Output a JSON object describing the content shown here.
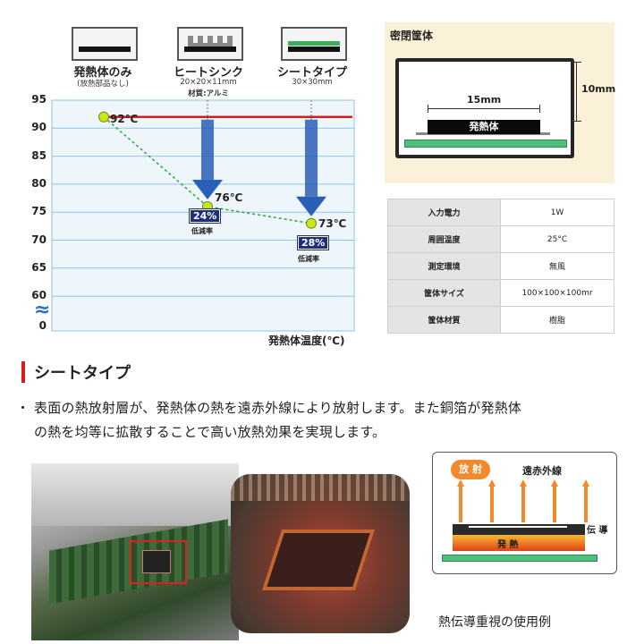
{
  "icons": [
    {
      "title": "発熱体のみ",
      "sub1": "(放熱部品なし)",
      "sub2": ""
    },
    {
      "title": "ヒートシンク",
      "sub1": "20×20×11mm",
      "sub2": "材質:アルミ"
    },
    {
      "title": "シートタイプ",
      "sub1": "30×30mm",
      "sub2": ""
    }
  ],
  "chart_data": {
    "type": "line",
    "y_ticks": [
      "95",
      "90",
      "85",
      "80",
      "75",
      "70",
      "65",
      "60",
      "0"
    ],
    "ylim": [
      60,
      95
    ],
    "axis_break": "≈",
    "points": [
      {
        "value": 92,
        "label": "92℃"
      },
      {
        "value": 76,
        "label": "76℃"
      },
      {
        "value": 73,
        "label": "73℃"
      }
    ],
    "reductions": [
      {
        "pct": "24%",
        "label": "低減率"
      },
      {
        "pct": "28%",
        "label": "低減率"
      }
    ],
    "xlabel": "発熱体温度(℃)",
    "grid": true,
    "colors": {
      "plot_bg": "#eef5fb",
      "grid": "#8fc3ea",
      "ref_line": "#d21f1f",
      "trend": "#2fae3a",
      "arrow": "#2a5fb8"
    }
  },
  "diagram_box": {
    "title": "密閉筐体",
    "width_label": "15mm",
    "height_label": "10mm",
    "chip_label": "発熱体"
  },
  "spec_table": [
    {
      "key": "入力電力",
      "value": "1W"
    },
    {
      "key": "周囲温度",
      "value": "25°C"
    },
    {
      "key": "測定環境",
      "value": "無風"
    },
    {
      "key": "筐体サイズ",
      "value": "100×100×100mr"
    },
    {
      "key": "筐体材質",
      "value": "樹脂"
    }
  ],
  "section": {
    "heading": "シートタイプ",
    "bullet": "・",
    "line1": "表面の熱放射層が、発熱体の熱を遠赤外線により放射します。また銅箔が発熱体",
    "line2": "の熱を均等に拡散することで高い放熱効果を実現します。"
  },
  "heat_diagram": {
    "radiate": "放 射",
    "far_ir": "遠赤外線",
    "conduct": "伝 導",
    "heat": "発 熱"
  },
  "photo_caption": "熱伝導重視の使用例"
}
